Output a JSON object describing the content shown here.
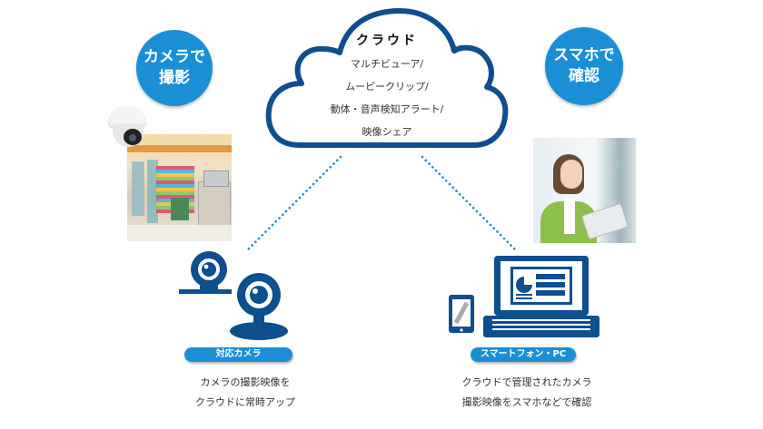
{
  "colors": {
    "accent": "#1a8fd6",
    "navy": "#0d4f8f",
    "dotted": "#2a88c0"
  },
  "left_bubble": {
    "line1": "カメラで",
    "line2": "撮影"
  },
  "right_bubble": {
    "line1": "スマホで",
    "line2": "確認"
  },
  "cloud": {
    "title": "クラウド",
    "features": [
      "マルチビューア/",
      "ムービークリップ/",
      "動体・音声検知アラート/",
      "映像シェア"
    ]
  },
  "left_photo": {
    "description": "dome-camera-over-convenience-store"
  },
  "right_photo": {
    "description": "woman-using-tablet"
  },
  "camera_section": {
    "badge": "対応カメラ",
    "caption_line1": "カメラの撮影映像を",
    "caption_line2": "クラウドに常時アップ"
  },
  "device_section": {
    "badge": "スマートフォン・PC",
    "caption_line1": "クラウドで管理されたカメラ",
    "caption_line2": "撮影映像をスマホなどで確認"
  }
}
